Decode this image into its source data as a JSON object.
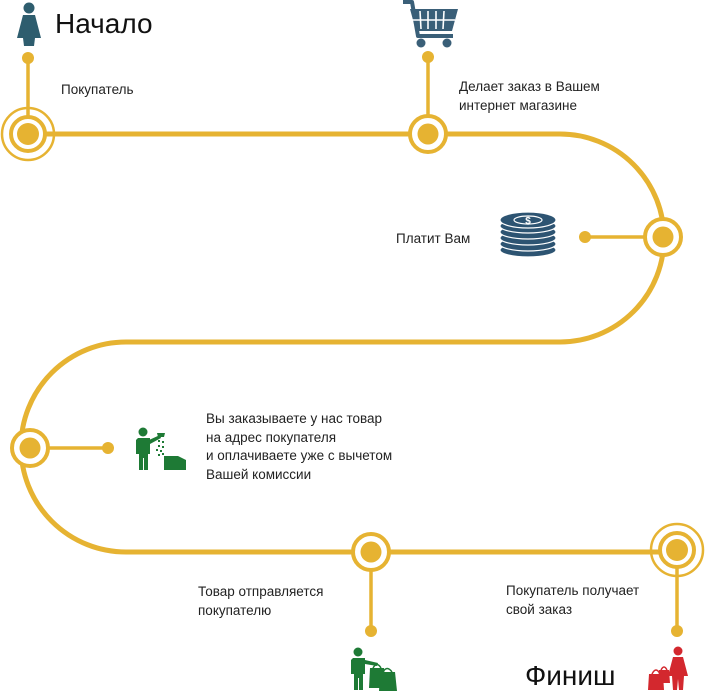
{
  "colors": {
    "path": "#e6b332",
    "woman_start": "#2e5d6e",
    "cart": "#3a5f78",
    "coins": "#2d5472",
    "person_green": "#1e7a35",
    "woman_finish": "#d3282e"
  },
  "start": {
    "title": "Начало",
    "icon": "woman-icon"
  },
  "finish": {
    "title": "Финиш",
    "icon": "woman-shopping-bags-icon"
  },
  "steps": [
    {
      "id": "buyer",
      "icon": "woman-icon",
      "lines": [
        "Покупатель"
      ]
    },
    {
      "id": "order",
      "icon": "shopping-cart-icon",
      "lines": [
        "Делает заказ в Вашем",
        "интернет магазине"
      ]
    },
    {
      "id": "pay",
      "icon": "coin-stack-icon",
      "lines": [
        "Платит Вам"
      ]
    },
    {
      "id": "supply",
      "icon": "person-shower-box-icon",
      "lines": [
        "Вы заказываете у нас товар",
        "на адрес покупателя",
        "и оплачиваете уже с вычетом",
        "Вашей комиссии"
      ]
    },
    {
      "id": "ship",
      "icon": "person-with-bags-icon",
      "lines": [
        "Товар отправляется",
        "покупателю"
      ]
    },
    {
      "id": "receive",
      "icon": "woman-shopping-bags-icon",
      "lines": [
        "Покупатель получает",
        "свой заказ"
      ]
    }
  ]
}
